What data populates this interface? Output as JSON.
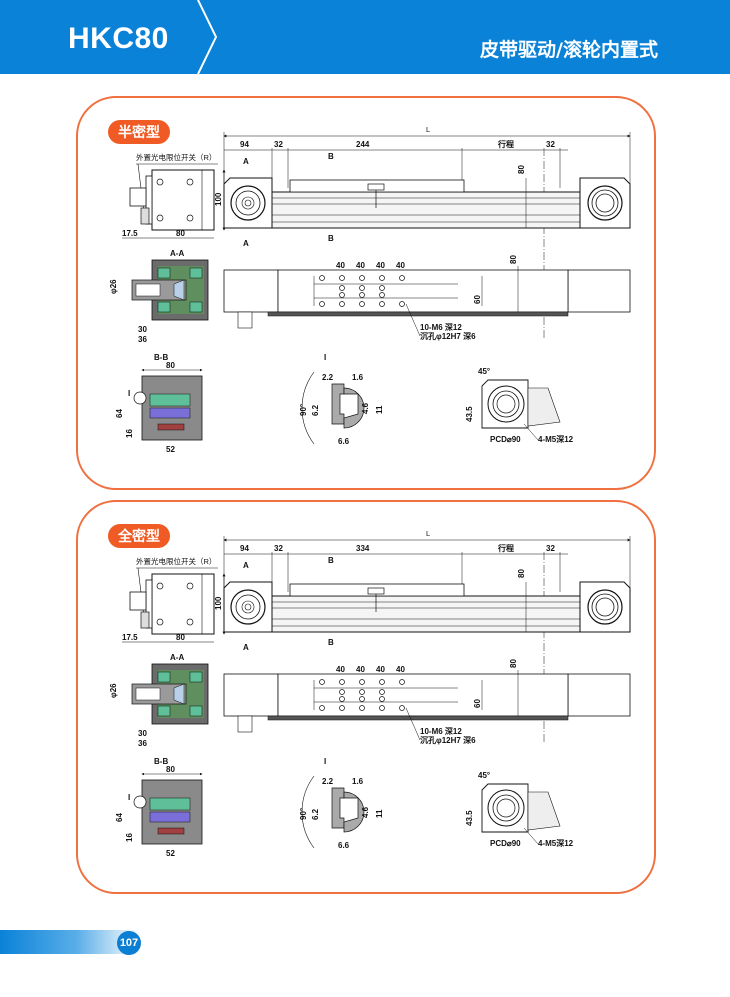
{
  "header": {
    "model": "HKC80",
    "title": "皮带驱动/滚轮内置式"
  },
  "panels": [
    {
      "badge": "半密型",
      "side_view": {
        "label_switch": "外置光电限位开关（R）",
        "dim_height": "100",
        "dim_offset": "17.5",
        "dim_width": "80"
      },
      "top_view": {
        "dim_total": "L",
        "dim_left": "94",
        "dim_gap1": "32",
        "dim_carriage": "244",
        "dim_stroke": "行程",
        "dim_gap2": "32",
        "dim_height": "80",
        "section_a": "A",
        "section_b": "B"
      },
      "section_aa": {
        "title": "A-A",
        "dim_dia": "φ26",
        "dim_30": "30",
        "dim_36": "36"
      },
      "plan_view": {
        "pitch": [
          "40",
          "40",
          "40",
          "40"
        ],
        "dim_60": "60",
        "dim_80": "80",
        "note_line1": "10-M6 深12",
        "note_line2": "沉孔φ12H7 深6"
      },
      "section_bb": {
        "title": "B-B",
        "dim_width": "80",
        "dim_64": "64",
        "dim_16": "16",
        "dim_52": "52",
        "detail_ref": "I"
      },
      "detail_i": {
        "title": "I",
        "dim_22": "2.2",
        "dim_16": "1.6",
        "dim_angle": "90°",
        "dim_62": "6.2",
        "dim_46": "4.6",
        "dim_11": "11",
        "dim_66": "6.6"
      },
      "flange_view": {
        "dim_angle": "45°",
        "dim_435": "43.5",
        "dim_pcd": "PCD⌀90",
        "note_holes": "4-M5深12"
      }
    },
    {
      "badge": "全密型",
      "side_view": {
        "label_switch": "外置光电限位开关（R）",
        "dim_height": "100",
        "dim_offset": "17.5",
        "dim_width": "80"
      },
      "top_view": {
        "dim_total": "L",
        "dim_left": "94",
        "dim_gap1": "32",
        "dim_carriage": "334",
        "dim_stroke": "行程",
        "dim_gap2": "32",
        "dim_height": "80",
        "section_a": "A",
        "section_b": "B"
      },
      "section_aa": {
        "title": "A-A",
        "dim_dia": "φ26",
        "dim_30": "30",
        "dim_36": "36"
      },
      "plan_view": {
        "pitch": [
          "40",
          "40",
          "40",
          "40"
        ],
        "dim_60": "60",
        "dim_80": "80",
        "note_line1": "10-M6 深12",
        "note_line2": "沉孔φ12H7 深6"
      },
      "section_bb": {
        "title": "B-B",
        "dim_width": "80",
        "dim_64": "64",
        "dim_16": "16",
        "dim_52": "52",
        "detail_ref": "I"
      },
      "detail_i": {
        "title": "I",
        "dim_22": "2.2",
        "dim_16": "1.6",
        "dim_angle": "90°",
        "dim_62": "6.2",
        "dim_46": "4.6",
        "dim_11": "11",
        "dim_66": "6.6"
      },
      "flange_view": {
        "dim_angle": "45°",
        "dim_435": "43.5",
        "dim_pcd": "PCD⌀90",
        "note_holes": "4-M5深12"
      }
    }
  ],
  "footer": {
    "page_number": "107"
  },
  "colors": {
    "brand_blue": "#0a82d8",
    "accent_orange": "#f05a24",
    "panel_border": "#f07040",
    "bearing_green": "#5fbf98",
    "slider_purple": "#7a6fd8"
  }
}
